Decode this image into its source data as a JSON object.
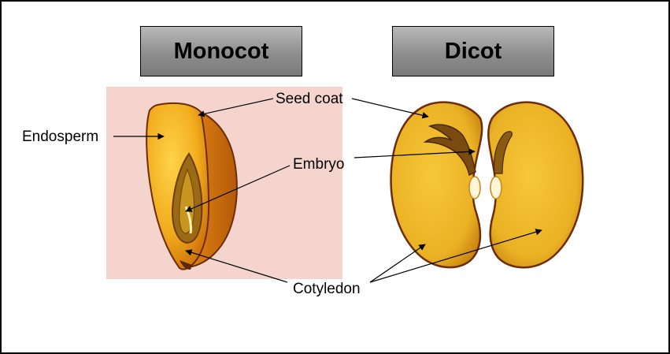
{
  "titles": {
    "monocot": "Monocot",
    "dicot": "Dicot"
  },
  "labels": {
    "seed_coat": "Seed coat",
    "endosperm": "Endosperm",
    "embryo": "Embryo",
    "cotyledon": "Cotyledon"
  },
  "colors": {
    "monocot_background": "#f4d4cc",
    "seed_fill": "#f2b321",
    "seed_shadow": "#b8600a",
    "seed_coat_edge": "#6e2c08",
    "title_box_gray": "#8e8e8e"
  }
}
